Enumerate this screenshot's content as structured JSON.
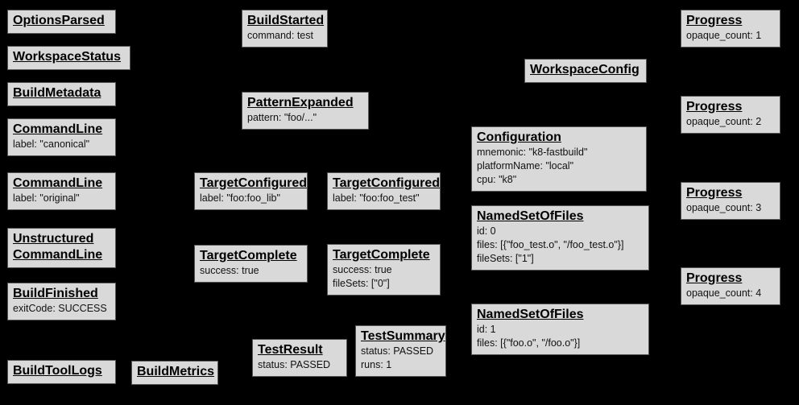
{
  "diagram": {
    "colors": {
      "background": "#000000",
      "box_fill": "#d9d9d9",
      "box_border": "#565656",
      "text": "#000000"
    },
    "nodes": [
      {
        "title": "OptionsParsed",
        "fields": []
      },
      {
        "title": "WorkspaceStatus",
        "fields": []
      },
      {
        "title": "BuildMetadata",
        "fields": []
      },
      {
        "title": "CommandLine",
        "fields": [
          "label: \"canonical\""
        ]
      },
      {
        "title": "CommandLine",
        "fields": [
          "label: \"original\""
        ]
      },
      {
        "title": "Unstructured",
        "title2": "CommandLine",
        "fields": []
      },
      {
        "title": "BuildFinished",
        "fields": [
          "exitCode: SUCCESS"
        ]
      },
      {
        "title": "BuildToolLogs",
        "fields": []
      },
      {
        "title": "BuildMetrics",
        "fields": []
      },
      {
        "title": "BuildStarted",
        "fields": [
          "command: test"
        ]
      },
      {
        "title": "PatternExpanded",
        "fields": [
          "pattern: \"foo/...\""
        ]
      },
      {
        "title": "TargetConfigured",
        "fields": [
          "label: \"foo:foo_lib\""
        ]
      },
      {
        "title": "TargetConfigured",
        "fields": [
          "label: \"foo:foo_test\""
        ]
      },
      {
        "title": "TargetComplete",
        "fields": [
          "success: true"
        ]
      },
      {
        "title": "TargetComplete",
        "fields": [
          "success: true",
          "fileSets: [\"0\"]"
        ]
      },
      {
        "title": "TestResult",
        "fields": [
          "status: PASSED"
        ]
      },
      {
        "title": "TestSummary",
        "fields": [
          "status: PASSED",
          "runs: 1"
        ]
      },
      {
        "title": "WorkspaceConfig",
        "fields": []
      },
      {
        "title": "Configuration",
        "fields": [
          "mnemonic: \"k8-fastbuild\"",
          "platformName: \"local\"",
          "cpu: \"k8\""
        ]
      },
      {
        "title": "NamedSetOfFiles",
        "fields": [
          "id: 0",
          "files: [{\"foo_test.o\", \"/foo_test.o\"}]",
          "fileSets: [\"1\"]"
        ]
      },
      {
        "title": "NamedSetOfFiles",
        "fields": [
          "id: 1",
          "files: [{\"foo.o\", \"/foo.o\"}]"
        ]
      },
      {
        "title": "Progress",
        "fields": [
          "opaque_count: 1"
        ]
      },
      {
        "title": "Progress",
        "fields": [
          "opaque_count: 2"
        ]
      },
      {
        "title": "Progress",
        "fields": [
          "opaque_count: 3"
        ]
      },
      {
        "title": "Progress",
        "fields": [
          "opaque_count: 4"
        ]
      }
    ]
  }
}
